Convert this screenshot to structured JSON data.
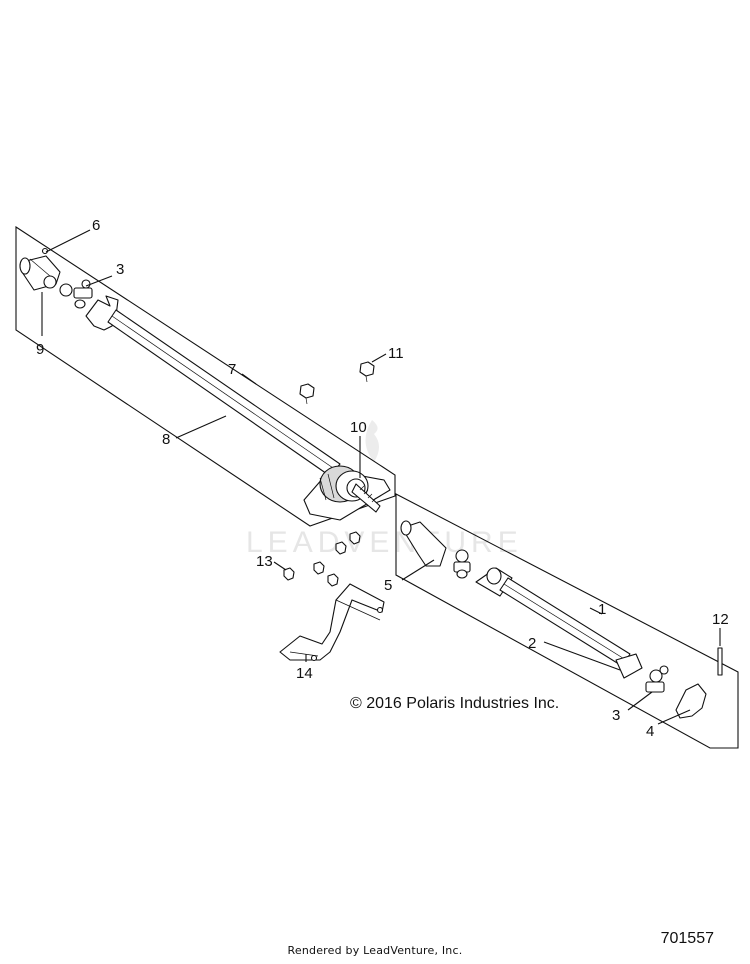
{
  "callouts": [
    {
      "id": "1",
      "label": "1"
    },
    {
      "id": "2",
      "label": "2"
    },
    {
      "id": "3a",
      "label": "3"
    },
    {
      "id": "3b",
      "label": "3"
    },
    {
      "id": "4",
      "label": "4"
    },
    {
      "id": "5",
      "label": "5"
    },
    {
      "id": "6",
      "label": "6"
    },
    {
      "id": "7",
      "label": "7"
    },
    {
      "id": "8",
      "label": "8"
    },
    {
      "id": "9",
      "label": "9"
    },
    {
      "id": "10",
      "label": "10"
    },
    {
      "id": "11",
      "label": "11"
    },
    {
      "id": "12",
      "label": "12"
    },
    {
      "id": "13",
      "label": "13"
    },
    {
      "id": "14",
      "label": "14"
    }
  ],
  "copyright": "© 2016 Polaris Industries Inc.",
  "watermark": "LEADVENTURE",
  "footer": "Rendered by LeadVenture, Inc.",
  "diagram_number": "701557"
}
